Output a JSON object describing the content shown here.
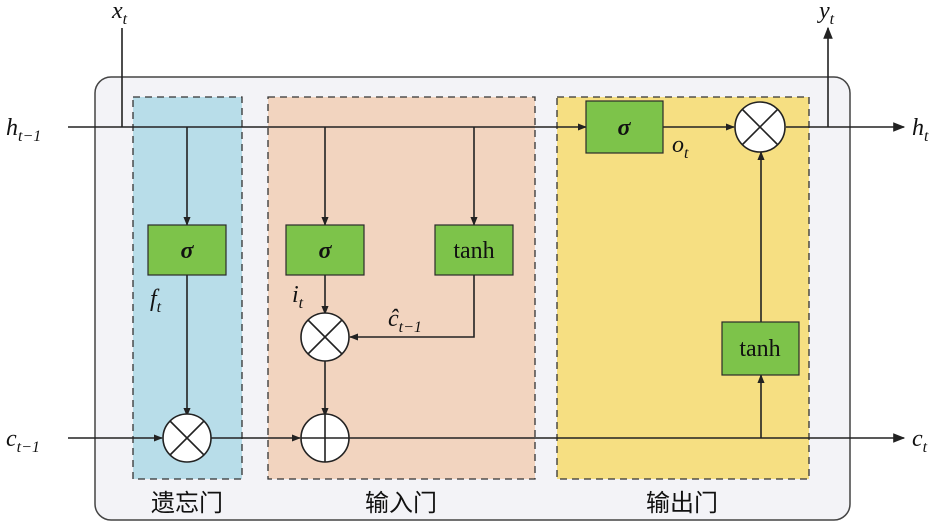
{
  "inputs": {
    "x": {
      "base": "x",
      "sub": "t"
    },
    "h_prev": {
      "base": "h",
      "sub": "t−1"
    },
    "c_prev": {
      "base": "c",
      "sub": "t−1"
    }
  },
  "outputs": {
    "y": {
      "base": "y",
      "sub": "t"
    },
    "h": {
      "base": "h",
      "sub": "t"
    },
    "c": {
      "base": "c",
      "sub": "t"
    }
  },
  "regions": {
    "forget": {
      "title": "遗忘门",
      "color": "#b8dde9"
    },
    "input": {
      "title": "输入门",
      "color": "#f2d4bf"
    },
    "output": {
      "title": "输出门",
      "color": "#f6df82"
    }
  },
  "boxes": {
    "forget_sigma": "σ",
    "input_sigma": "σ",
    "input_tanh": "tanh",
    "output_sigma": "σ",
    "output_tanh": "tanh"
  },
  "signals": {
    "f": {
      "base": "f",
      "sub": "t"
    },
    "i": {
      "base": "i",
      "sub": "t"
    },
    "c_hat": {
      "base": "ĉ",
      "sub": "t−1"
    },
    "o": {
      "base": "o",
      "sub": "t"
    }
  },
  "colors": {
    "cell_bg": "#f3f3f7",
    "activation_box": "#7dc34a"
  }
}
